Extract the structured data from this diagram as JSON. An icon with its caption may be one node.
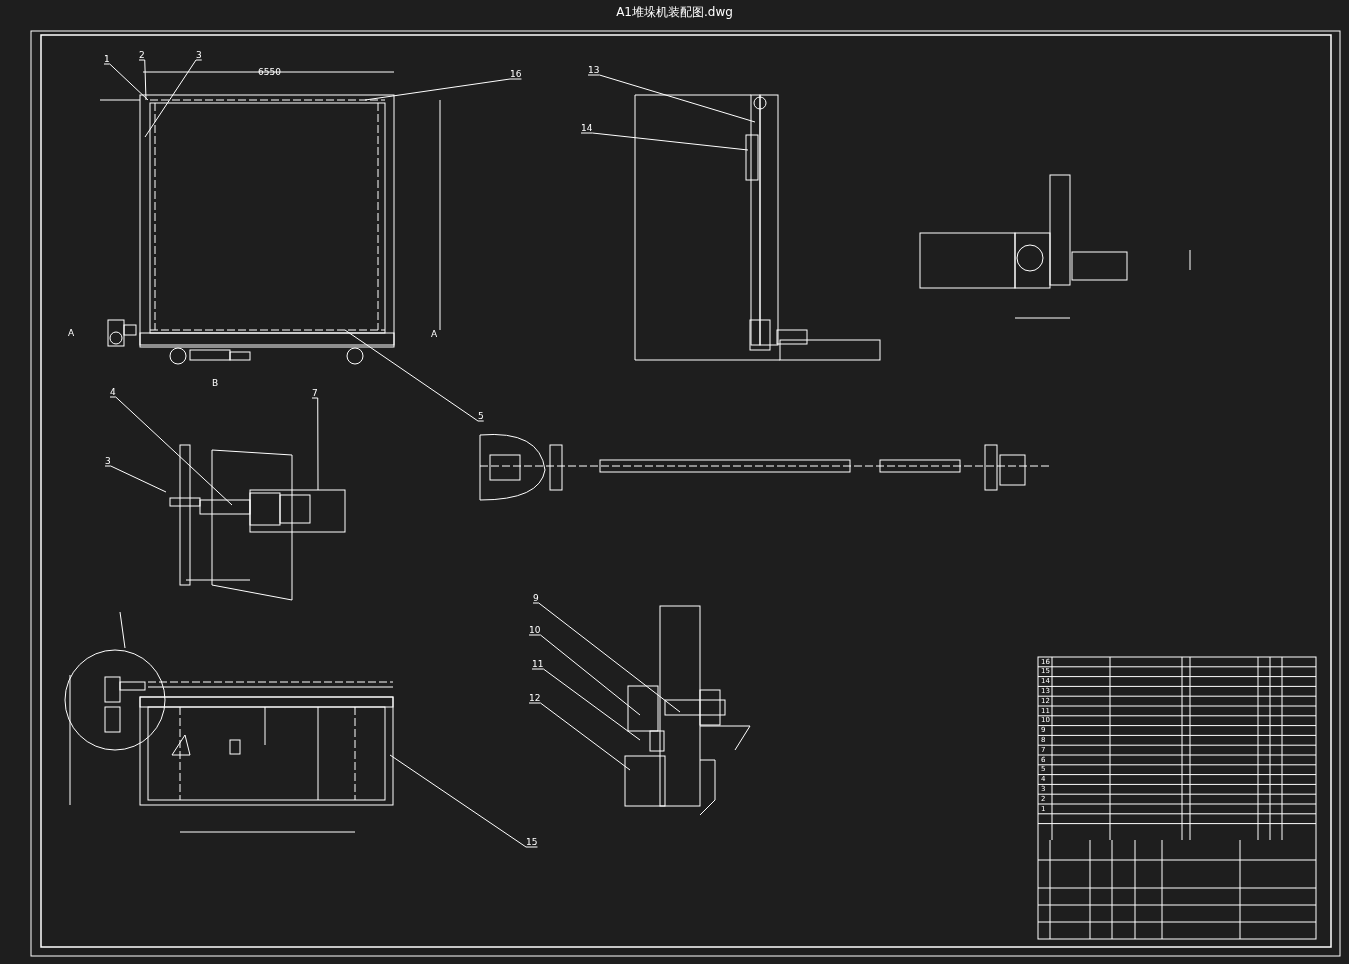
{
  "diagram": {
    "title": "A1堆垛机装配图.dwg",
    "nodes": [
      {
        "text": [
          "1"
        ]
      },
      {
        "text": [
          "2"
        ]
      },
      {
        "text": [
          "3"
        ]
      },
      {
        "text": [
          "16"
        ]
      },
      {
        "text": [
          "5"
        ]
      },
      {
        "text": [
          "4"
        ]
      },
      {
        "text": [
          "3"
        ]
      },
      {
        "text": [
          "7"
        ]
      },
      {
        "text": [
          "13"
        ]
      },
      {
        "text": [
          "14"
        ]
      },
      {
        "text": [
          "9"
        ]
      },
      {
        "text": [
          "10"
        ]
      },
      {
        "text": [
          "11"
        ]
      },
      {
        "text": [
          "12"
        ]
      },
      {
        "text": [
          "15"
        ]
      }
    ],
    "edges": [
      {
        "from": 0,
        "to": null,
        "arrow": "none"
      },
      {
        "from": 1,
        "to": null,
        "arrow": "none"
      },
      {
        "from": 2,
        "to": null,
        "arrow": "none"
      },
      {
        "from": 3,
        "to": null,
        "arrow": "none"
      },
      {
        "from": 4,
        "to": null,
        "arrow": "none"
      },
      {
        "from": 5,
        "to": null,
        "arrow": "none"
      },
      {
        "from": 6,
        "to": null,
        "arrow": "none"
      },
      {
        "from": 7,
        "to": null,
        "arrow": "none"
      },
      {
        "from": 8,
        "to": null,
        "arrow": "none"
      },
      {
        "from": 9,
        "to": null,
        "arrow": "none"
      },
      {
        "from": 10,
        "to": null,
        "arrow": "none"
      },
      {
        "from": 11,
        "to": null,
        "arrow": "none"
      },
      {
        "from": 12,
        "to": null,
        "arrow": "none"
      },
      {
        "from": 13,
        "to": null,
        "arrow": "none"
      },
      {
        "from": 14,
        "to": null,
        "arrow": "none"
      }
    ],
    "labels": [
      "A",
      "A",
      "B",
      "6550",
      "16",
      "15",
      "14",
      "13",
      "12",
      "11",
      "10",
      "9",
      "8",
      "7",
      "6",
      "5",
      "4",
      "3",
      "2",
      "1"
    ]
  }
}
